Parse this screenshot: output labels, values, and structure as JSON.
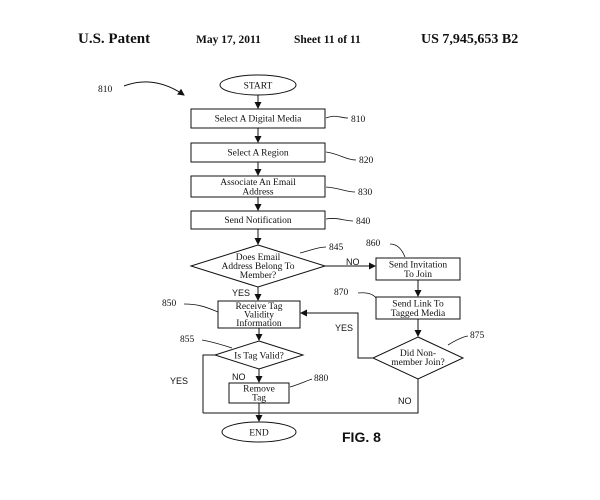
{
  "header": {
    "left": "U.S. Patent",
    "date": "May 17, 2011",
    "sheet": "Sheet 11 of 11",
    "number": "US 7,945,653 B2"
  },
  "figure_label": "FIG. 8",
  "figure_ref": "810",
  "nodes": {
    "start": "START",
    "select_media": {
      "text": "Select A Digital Media",
      "ref": "810"
    },
    "select_region": {
      "text": "Select A Region",
      "ref": "820"
    },
    "associate_email": {
      "line1": "Associate An Email",
      "line2": "Address",
      "ref": "830"
    },
    "send_notification": {
      "text": "Send Notification",
      "ref": "840"
    },
    "email_member": {
      "line1": "Does Email",
      "line2": "Address Belong To",
      "line3": "Member?",
      "ref": "845"
    },
    "send_invitation": {
      "line1": "Send Invitation",
      "line2": "To Join",
      "ref": "860"
    },
    "send_link": {
      "line1": "Send Link To",
      "line2": "Tagged Media",
      "ref": "870"
    },
    "receive_tag": {
      "line1": "Receive Tag",
      "line2": "Validity",
      "line3": "Information",
      "ref": "850"
    },
    "tag_valid": {
      "text": "Is Tag Valid?",
      "ref": "855"
    },
    "nonmember_join": {
      "line1": "Did Non-",
      "line2": "member Join?",
      "ref": "875"
    },
    "remove_tag": {
      "line1": "Remove",
      "line2": "Tag",
      "ref": "880"
    },
    "end": "END"
  },
  "edge_labels": {
    "no_email": "NO",
    "yes_email": "YES",
    "yes_join": "YES",
    "no_join": "NO",
    "yes_tag": "YES",
    "no_tag": "NO"
  }
}
